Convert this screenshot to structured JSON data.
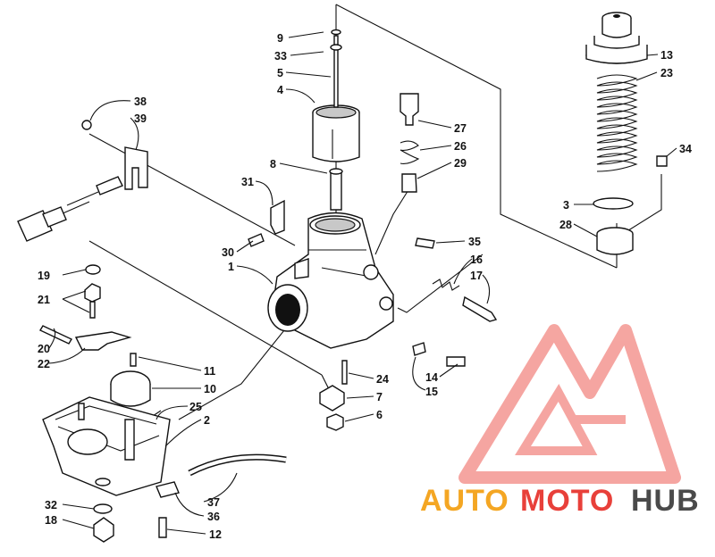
{
  "diagram": {
    "callouts": [
      {
        "id": "c9",
        "text": "9"
      },
      {
        "id": "c33",
        "text": "33"
      },
      {
        "id": "c5",
        "text": "5"
      },
      {
        "id": "c4",
        "text": "4"
      },
      {
        "id": "c8",
        "text": "8"
      },
      {
        "id": "c31",
        "text": "31"
      },
      {
        "id": "c30",
        "text": "30"
      },
      {
        "id": "c1",
        "text": "1"
      },
      {
        "id": "c38",
        "text": "38"
      },
      {
        "id": "c39",
        "text": "39"
      },
      {
        "id": "c19",
        "text": "19"
      },
      {
        "id": "c21",
        "text": "21"
      },
      {
        "id": "c20",
        "text": "20"
      },
      {
        "id": "c22",
        "text": "22"
      },
      {
        "id": "c11",
        "text": "11"
      },
      {
        "id": "c10",
        "text": "10"
      },
      {
        "id": "c25",
        "text": "25"
      },
      {
        "id": "c2",
        "text": "2"
      },
      {
        "id": "c7",
        "text": "7"
      },
      {
        "id": "c6",
        "text": "6"
      },
      {
        "id": "c24",
        "text": "24"
      },
      {
        "id": "c27",
        "text": "27"
      },
      {
        "id": "c26",
        "text": "26"
      },
      {
        "id": "c29",
        "text": "29"
      },
      {
        "id": "c35",
        "text": "35"
      },
      {
        "id": "c16",
        "text": "16"
      },
      {
        "id": "c17",
        "text": "17"
      },
      {
        "id": "c14",
        "text": "14"
      },
      {
        "id": "c15",
        "text": "15"
      },
      {
        "id": "c13",
        "text": "13"
      },
      {
        "id": "c23",
        "text": "23"
      },
      {
        "id": "c34",
        "text": "34"
      },
      {
        "id": "c3",
        "text": "3"
      },
      {
        "id": "c28",
        "text": "28"
      },
      {
        "id": "c37",
        "text": "37"
      },
      {
        "id": "c36",
        "text": "36"
      },
      {
        "id": "c32",
        "text": "32"
      },
      {
        "id": "c18",
        "text": "18"
      },
      {
        "id": "c12",
        "text": "12"
      }
    ]
  },
  "watermark": {
    "brand_part1": "AUTO",
    "brand_part2": "MOTO",
    "brand_part3": "HUB",
    "color_red": "#e8403a",
    "color_orange": "#f4a623",
    "color_gray": "#4a4a4a",
    "logo_icon": "triangle-logo-icon"
  }
}
